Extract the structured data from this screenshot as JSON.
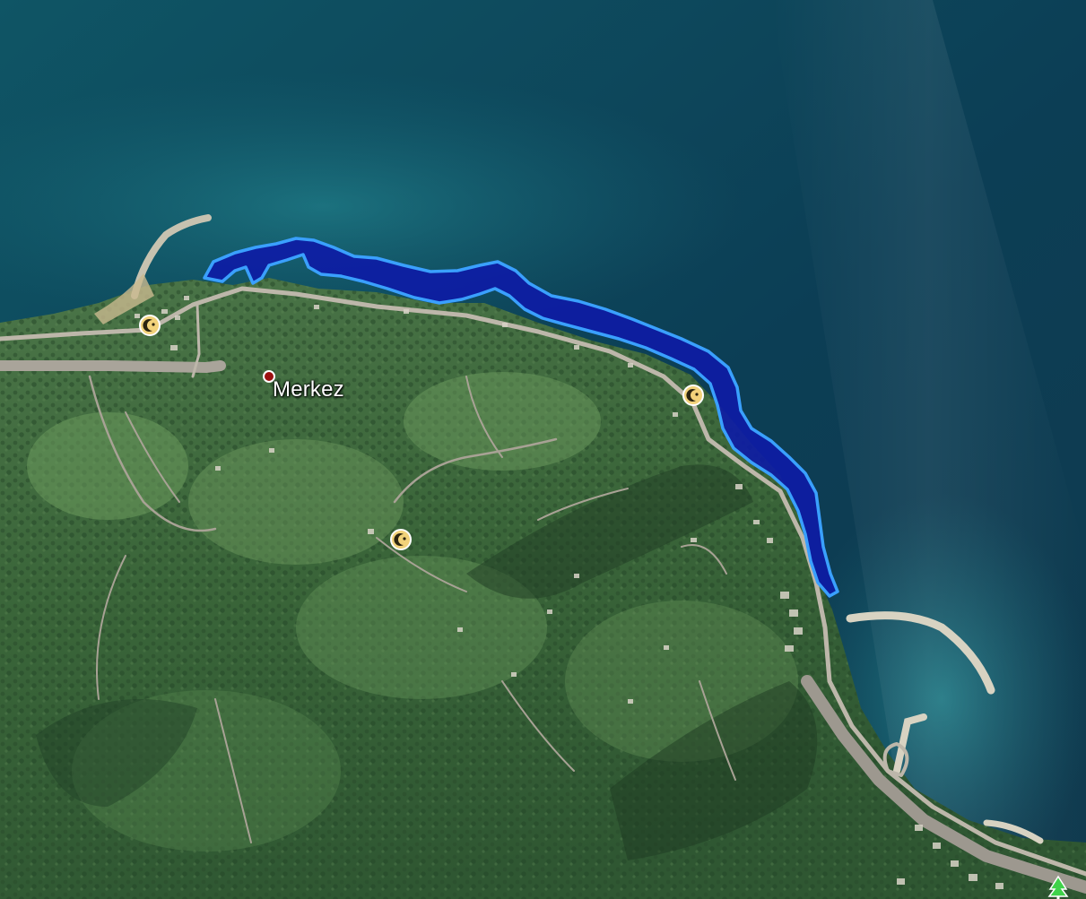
{
  "place": {
    "label": "Merkez"
  },
  "markers": [
    {
      "name": "mosque-icon",
      "symbol": "mosque"
    },
    {
      "name": "mosque-icon",
      "symbol": "mosque"
    },
    {
      "name": "mosque-icon",
      "symbol": "mosque"
    },
    {
      "name": "park-icon",
      "symbol": "tree"
    }
  ],
  "colors": {
    "sea_deep": "#0e3f55",
    "sea_shallow": "#1f8a8f",
    "land": "#3d6b3c",
    "highlight_fill": "#101ea8",
    "highlight_outline": "#3aa0ff",
    "road": "#b9b4a8",
    "pin": "#9b1010",
    "mosque_icon": "#f2d27a",
    "park_icon": "#3fd24a"
  }
}
